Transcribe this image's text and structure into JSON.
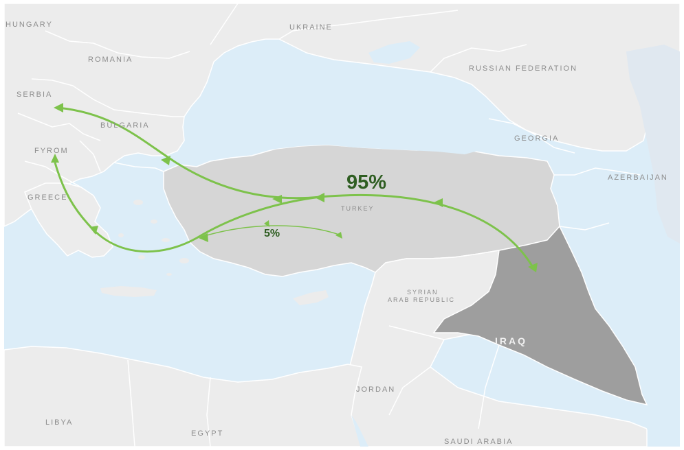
{
  "map": {
    "countries": [
      {
        "id": "hungary",
        "label": "HUNGARY"
      },
      {
        "id": "ukraine",
        "label": "UKRAINE"
      },
      {
        "id": "romania",
        "label": "ROMANIA"
      },
      {
        "id": "russia",
        "label": "RUSSIAN FEDERATION"
      },
      {
        "id": "serbia",
        "label": "SERBIA"
      },
      {
        "id": "bulgaria",
        "label": "BULGARIA"
      },
      {
        "id": "georgia",
        "label": "GEORGIA"
      },
      {
        "id": "fyrom",
        "label": "FYROM"
      },
      {
        "id": "azerbaijan",
        "label": "AZERBAIJAN"
      },
      {
        "id": "greece",
        "label": "GREECE"
      },
      {
        "id": "turkey",
        "label": "TURKEY"
      },
      {
        "id": "syria_line1",
        "label": "SYRIAN"
      },
      {
        "id": "syria_line2",
        "label": "ARAB REPUBLIC"
      },
      {
        "id": "iraq",
        "label": "IRAQ"
      },
      {
        "id": "jordan",
        "label": "JORDAN"
      },
      {
        "id": "libya",
        "label": "LIBYA"
      },
      {
        "id": "egypt",
        "label": "EGYPT"
      },
      {
        "id": "saudi",
        "label": "SAUDI ARABIA"
      }
    ],
    "flows": {
      "major_share": "95%",
      "minor_share": "5%"
    },
    "colors": {
      "sea": "#dcedf8",
      "land": "#ececec",
      "borders": "#ffffff",
      "turkey": "#d6d6d6",
      "iraq": "#9e9e9e",
      "route": "#7dc24b",
      "route_label": "#2f5e22"
    }
  }
}
